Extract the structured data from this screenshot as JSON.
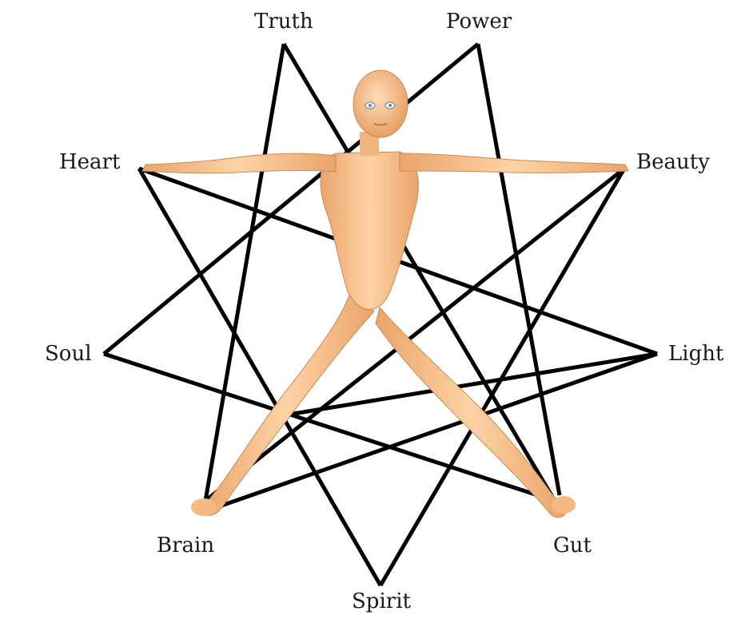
{
  "labels": {
    "truth": "Truth",
    "power": "Power",
    "heart": "Heart",
    "beauty": "Beauty",
    "soul": "Soul",
    "light": "Light",
    "brain": "Brain",
    "gut": "Gut",
    "spirit": "Spirit"
  },
  "colors": {
    "star_stroke": "#000000",
    "figure_skin": "#f7c08c",
    "figure_shadow": "#d9935a",
    "label_text": "#1a1a1a"
  }
}
